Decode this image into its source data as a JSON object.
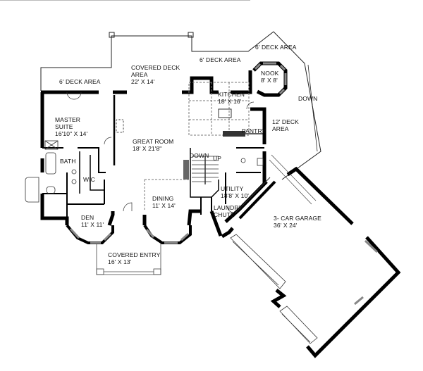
{
  "plan": {
    "rooms": {
      "deck_left": {
        "name": "6' DECK AREA"
      },
      "covered_deck": {
        "name": "COVERED DECK",
        "name2": "AREA",
        "size": "22' X 14'"
      },
      "deck_top": {
        "name": "6' DECK AREA"
      },
      "deck_right_top": {
        "name": "6' DECK AREA"
      },
      "nook": {
        "name": "NOOK",
        "size": "8' X 8'"
      },
      "kitchen": {
        "name": "KITCHEN",
        "size": "18' X 16'"
      },
      "down_right": {
        "name": "DOWN"
      },
      "deck_12": {
        "name": "12' DECK",
        "name2": "AREA"
      },
      "pantry": {
        "name": "PANTRY"
      },
      "master": {
        "name": "MASTER",
        "name2": "SUITE",
        "size": "16'10\" X 14'"
      },
      "great_room": {
        "name": "GREAT ROOM",
        "size": "18' X 21'8\""
      },
      "bath": {
        "name": "BATH"
      },
      "wic": {
        "name": "WIC"
      },
      "stairs_down": {
        "name": "DOWN"
      },
      "stairs_up": {
        "name": "UP"
      },
      "utility": {
        "name": "UTILITY",
        "size": "18'8' X 10'"
      },
      "laundry": {
        "name": "LAUNDRY",
        "name2": "CHUTE"
      },
      "dining": {
        "name": "DINING",
        "size": "11' X 14'"
      },
      "den": {
        "name": "DEN",
        "size": "11' X 11'"
      },
      "garage": {
        "name": "3- CAR GARAGE",
        "size": "36' X 24'"
      },
      "entry": {
        "name": "COVERED ENTRY",
        "size": "16' X 13'"
      }
    }
  }
}
